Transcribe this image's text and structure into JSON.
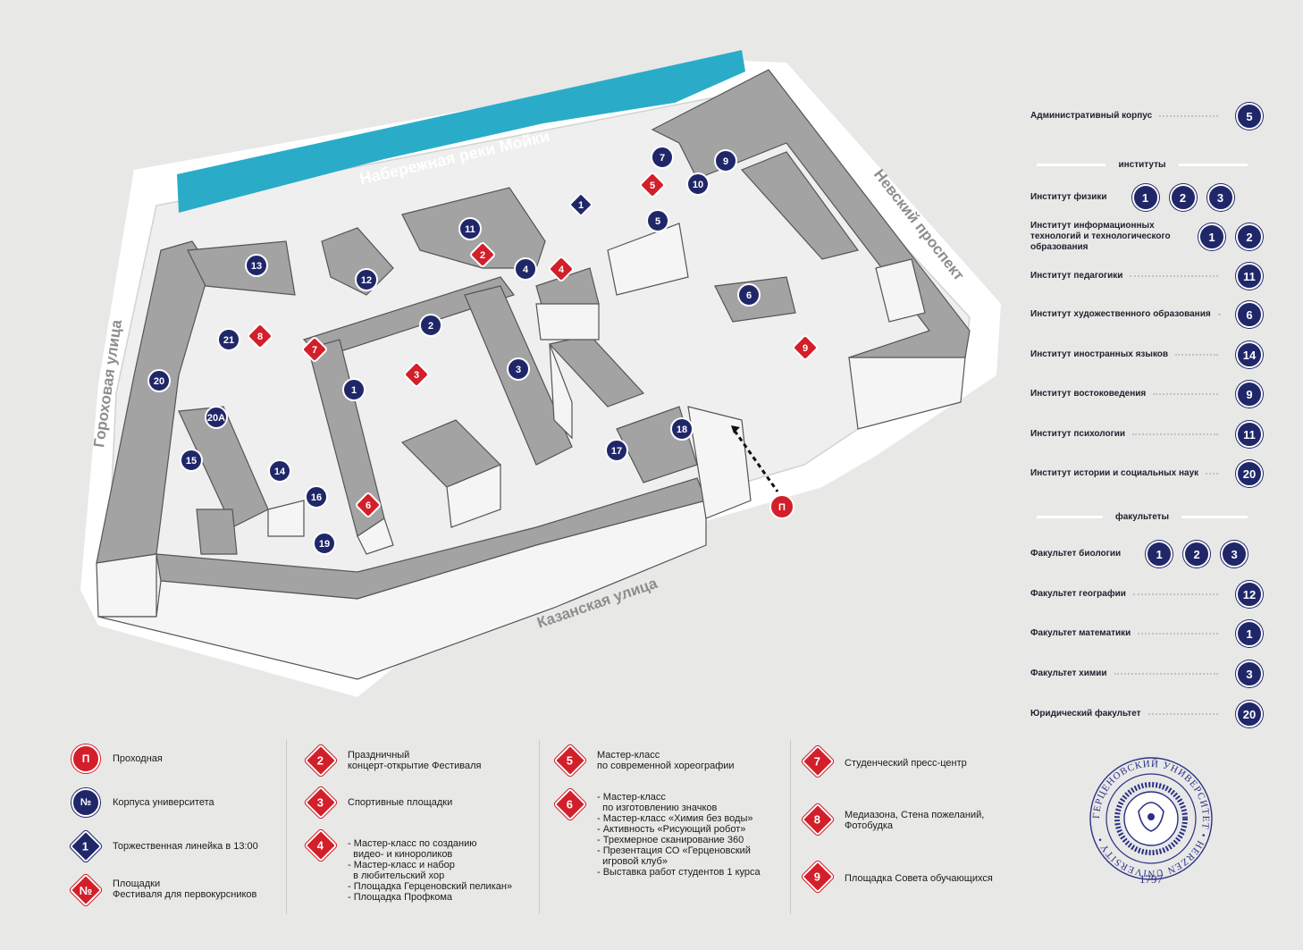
{
  "streets": {
    "river": "Набережная реки Мойки",
    "gorokhovaya": "Гороховая улица",
    "nevsky": "Невский проспект",
    "kazanskaya": "Казанская улица"
  },
  "colors": {
    "navy": "#202769",
    "red": "#d31f2a",
    "river": "#2aacc9",
    "building": "#a3a3a3",
    "background": "#e8e8e7"
  },
  "map_markers": {
    "buildings": [
      "1",
      "2",
      "3",
      "4",
      "5",
      "6",
      "7",
      "9",
      "10",
      "11",
      "12",
      "13",
      "14",
      "15",
      "16",
      "17",
      "18",
      "19",
      "20",
      "20А",
      "21"
    ],
    "festival": [
      "2",
      "3",
      "4",
      "5",
      "6",
      "7",
      "8",
      "9"
    ],
    "ceremony": "1",
    "entrance": "П"
  },
  "right_legend": {
    "admin": {
      "label": "Административный корпус",
      "nums": [
        "5"
      ]
    },
    "institutes_title": "институты",
    "institutes": [
      {
        "label": "Институт физики",
        "nums": [
          "1",
          "2",
          "3"
        ]
      },
      {
        "label": "Институт информационных технологий и технологического образования",
        "nums": [
          "1",
          "2"
        ]
      },
      {
        "label": "Институт педагогики",
        "nums": [
          "11"
        ]
      },
      {
        "label": "Институт художественного образования",
        "nums": [
          "6"
        ]
      },
      {
        "label": "Институт иностранных языков",
        "nums": [
          "14"
        ]
      },
      {
        "label": "Институт востоковедения",
        "nums": [
          "9"
        ]
      },
      {
        "label": "Институт психологии",
        "nums": [
          "11"
        ]
      },
      {
        "label": "Институт истории и социальных наук",
        "nums": [
          "20"
        ]
      }
    ],
    "faculties_title": "факультеты",
    "faculties": [
      {
        "label": "Факультет биологии",
        "nums": [
          "1",
          "2",
          "3"
        ]
      },
      {
        "label": "Факультет географии",
        "nums": [
          "12"
        ]
      },
      {
        "label": "Факультет математики",
        "nums": [
          "1"
        ]
      },
      {
        "label": "Факультет химии",
        "nums": [
          "3"
        ]
      },
      {
        "label": "Юридический факультет",
        "nums": [
          "20"
        ]
      }
    ]
  },
  "bottom_legend": {
    "col1": [
      {
        "icon": "П",
        "text": "Проходная"
      },
      {
        "icon": "№",
        "text": "Корпуса университета"
      },
      {
        "icon": "1",
        "text": "Торжественная линейка в 13:00"
      },
      {
        "icon": "№",
        "text": "Площадки\nФестиваля для первокурсников"
      }
    ],
    "col2": [
      {
        "icon": "2",
        "text": "Праздничный\nконцерт-открытие Фестиваля"
      },
      {
        "icon": "3",
        "text": "Спортивные площадки"
      },
      {
        "icon": "4",
        "text": "- Мастер-класс по созданию\n  видео- и кинороликов\n- Мастер-класс и набор\n  в любительский хор\n- Площадка Герценовский пеликан»\n- Площадка Профкома"
      }
    ],
    "col3": [
      {
        "icon": "5",
        "text": "Мастер-класс\nпо современной хореографии"
      },
      {
        "icon": "6",
        "text": "- Мастер-класс\n  по изготовлению значков\n- Мастер-класс «Химия без воды»\n- Активность «Рисующий робот»\n- Трехмерное сканирование 360\n- Презентация СО «Герценовский\n  игровой клуб»\n- Выставка работ студентов 1 курса"
      }
    ],
    "col4": [
      {
        "icon": "7",
        "text": "Студенческий пресс-центр"
      },
      {
        "icon": "8",
        "text": "Медиазона, Стена пожеланий,\nФотобудка"
      },
      {
        "icon": "9",
        "text": "Площадка Совета обучающихся"
      }
    ]
  },
  "logo": {
    "ring_text": "ГЕРЦЕНОВСКИЙ УНИВЕРСИТЕТ • HERZEN UNIVERSITY •",
    "year": "1797"
  }
}
